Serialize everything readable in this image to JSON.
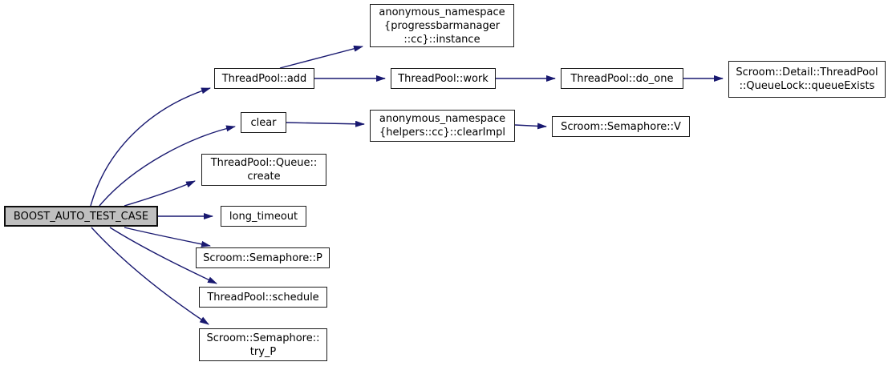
{
  "diagram": {
    "type": "doxygen-call-graph",
    "colors": {
      "edge": "#191970",
      "node_border": "#1c1c1c",
      "node_fill": "#ffffff",
      "highlight_fill": "#bfbfbf",
      "text": "#000000",
      "background": "#ffffff"
    },
    "nodes": {
      "boost": {
        "lines": [
          "BOOST_AUTO_TEST_CASE"
        ],
        "highlighted": true
      },
      "add": {
        "lines": [
          "ThreadPool::add"
        ]
      },
      "instance": {
        "lines": [
          "anonymous_namespace",
          "{progressbarmanager",
          "::cc}::instance"
        ]
      },
      "work": {
        "lines": [
          "ThreadPool::work"
        ]
      },
      "do_one": {
        "lines": [
          "ThreadPool::do_one"
        ]
      },
      "queue_exists": {
        "lines": [
          "Scroom::Detail::ThreadPool",
          "::QueueLock::queueExists"
        ]
      },
      "clear": {
        "lines": [
          "clear"
        ]
      },
      "clear_impl": {
        "lines": [
          "anonymous_namespace",
          "{helpers::cc}::clearImpl"
        ]
      },
      "sem_v": {
        "lines": [
          "Scroom::Semaphore::V"
        ]
      },
      "create": {
        "lines": [
          "ThreadPool::Queue::",
          "create"
        ]
      },
      "long_timeout": {
        "lines": [
          "long_timeout"
        ]
      },
      "sem_p": {
        "lines": [
          "Scroom::Semaphore::P"
        ]
      },
      "schedule": {
        "lines": [
          "ThreadPool::schedule"
        ]
      },
      "try_p": {
        "lines": [
          "Scroom::Semaphore::",
          "try_P"
        ]
      }
    },
    "edges": [
      {
        "from": "BOOST_AUTO_TEST_CASE",
        "to": "ThreadPool::add"
      },
      {
        "from": "BOOST_AUTO_TEST_CASE",
        "to": "clear"
      },
      {
        "from": "BOOST_AUTO_TEST_CASE",
        "to": "ThreadPool::Queue::create"
      },
      {
        "from": "BOOST_AUTO_TEST_CASE",
        "to": "long_timeout"
      },
      {
        "from": "BOOST_AUTO_TEST_CASE",
        "to": "Scroom::Semaphore::P"
      },
      {
        "from": "BOOST_AUTO_TEST_CASE",
        "to": "ThreadPool::schedule"
      },
      {
        "from": "BOOST_AUTO_TEST_CASE",
        "to": "Scroom::Semaphore::try_P"
      },
      {
        "from": "ThreadPool::add",
        "to": "anonymous_namespace{progressbarmanager::cc}::instance"
      },
      {
        "from": "ThreadPool::add",
        "to": "ThreadPool::work"
      },
      {
        "from": "ThreadPool::work",
        "to": "ThreadPool::do_one"
      },
      {
        "from": "ThreadPool::do_one",
        "to": "Scroom::Detail::ThreadPool::QueueLock::queueExists"
      },
      {
        "from": "clear",
        "to": "anonymous_namespace{helpers::cc}::clearImpl"
      },
      {
        "from": "anonymous_namespace{helpers::cc}::clearImpl",
        "to": "Scroom::Semaphore::V"
      }
    ]
  }
}
